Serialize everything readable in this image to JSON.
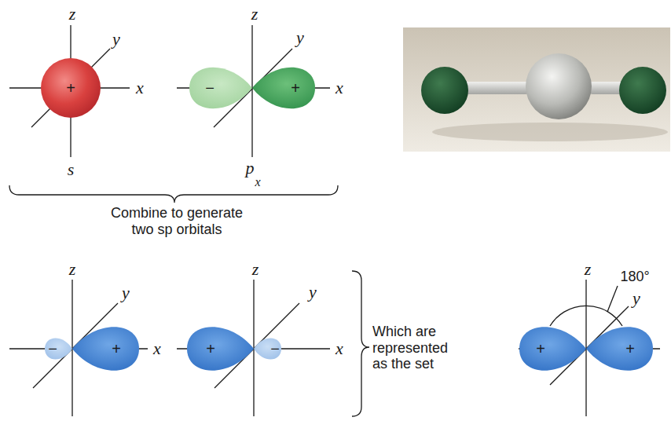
{
  "diagram": {
    "labels": [
      "z",
      "y",
      "+",
      "x",
      "s",
      "z",
      "y",
      "−",
      "+",
      "x",
      "p",
      "x",
      "Combine to generate two sp orbitals",
      "z",
      "y",
      "−",
      "+",
      "x",
      "z",
      "y",
      "+",
      "−",
      "x",
      "Which are represented as the set",
      "z",
      "180°",
      "y",
      "+",
      "+"
    ]
  }
}
